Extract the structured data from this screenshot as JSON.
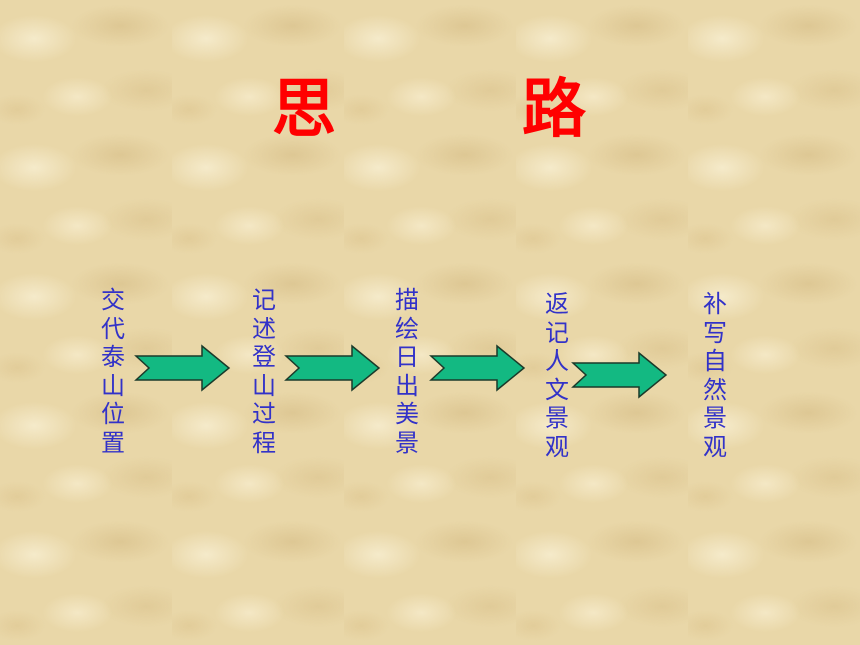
{
  "title": {
    "left_char": "思",
    "right_char": "路"
  },
  "steps": [
    "交代泰山位置",
    "记述登山过程",
    "描绘日出美景",
    "返记人文景观",
    "补写自然景观"
  ],
  "colors": {
    "title": "#ff0000",
    "step_text": "#3232c8",
    "arrow_fill": "#13b982",
    "arrow_stroke": "#1b3a2a",
    "background": "#e9d7a8"
  }
}
